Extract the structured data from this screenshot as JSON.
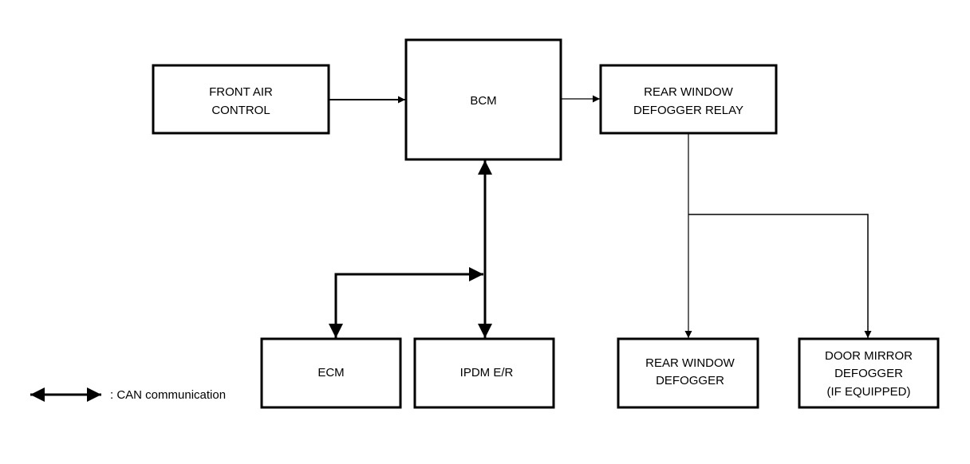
{
  "diagram": {
    "nodes": {
      "front_air_control": {
        "lines": [
          "FRONT AIR",
          "CONTROL"
        ]
      },
      "bcm": {
        "lines": [
          "BCM"
        ]
      },
      "relay": {
        "lines": [
          "REAR WINDOW",
          "DEFOGGER RELAY"
        ]
      },
      "ecm": {
        "lines": [
          "ECM"
        ]
      },
      "ipdm": {
        "lines": [
          "IPDM E/R"
        ]
      },
      "rear_defogger": {
        "lines": [
          "REAR WINDOW",
          "DEFOGGER"
        ]
      },
      "door_mirror": {
        "lines": [
          "DOOR MIRROR",
          "DEFOGGER",
          "(IF EQUIPPED)"
        ]
      }
    },
    "edges": [
      {
        "from": "FRONT AIR CONTROL",
        "to": "BCM",
        "type": "signal"
      },
      {
        "from": "BCM",
        "to": "REAR WINDOW DEFOGGER RELAY",
        "type": "signal"
      },
      {
        "from": "BCM",
        "to": "IPDM E/R",
        "type": "CAN"
      },
      {
        "from": "ECM",
        "to": "CAN bus",
        "type": "CAN"
      },
      {
        "from": "REAR WINDOW DEFOGGER RELAY",
        "to": "REAR WINDOW DEFOGGER",
        "type": "power"
      },
      {
        "from": "REAR WINDOW DEFOGGER RELAY",
        "to": "DOOR MIRROR DEFOGGER (IF EQUIPPED)",
        "type": "power"
      }
    ],
    "legend": {
      "label": ": CAN communication"
    },
    "colors": {
      "line": "#000000",
      "background": "#ffffff"
    }
  }
}
